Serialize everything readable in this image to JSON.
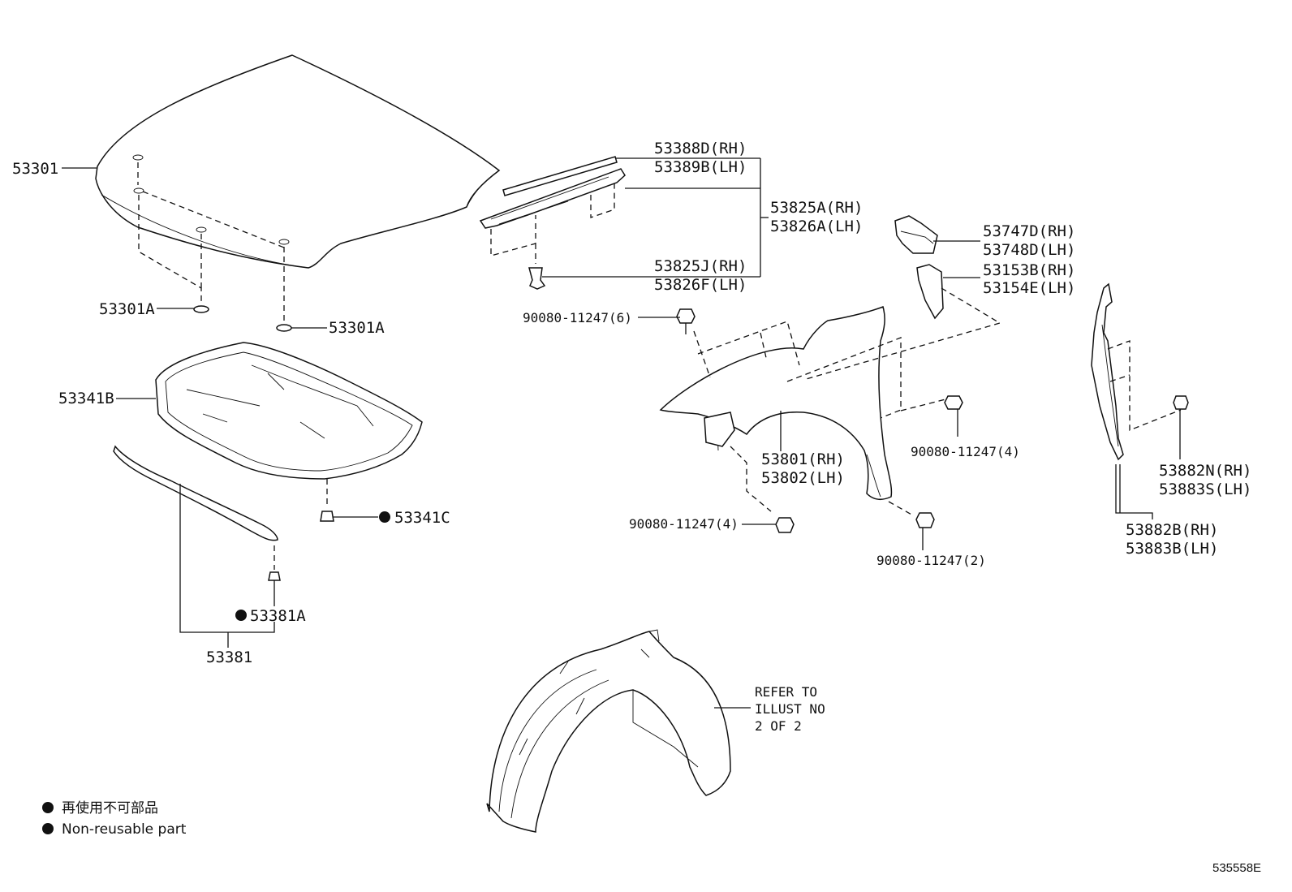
{
  "labels": {
    "hood": "53301",
    "hood_plug_left": "53301A",
    "hood_plug_right": "53301A",
    "insulator": "53341B",
    "insulator_clip": "53341C",
    "seal_clip": "53381A",
    "seal": "53381",
    "cowl_seal_rh": "53388D(RH)",
    "cowl_seal_lh": "53389B(LH)",
    "fender_seal_rh": "53825A(RH)",
    "fender_seal_lh": "53826A(LH)",
    "fender_seal_clip_rh": "53825J(RH)",
    "fender_seal_clip_lh": "53826F(LH)",
    "bolt_6": "90080-11247(6)",
    "fender_bracket_rh": "53747D(RH)",
    "fender_bracket_lh": "53748D(LH)",
    "fender_cover_rh": "53153B(RH)",
    "fender_cover_lh": "53154E(LH)",
    "fender_rh": "53801(RH)",
    "fender_lh": "53802(LH)",
    "bolt_4_right": "90080-11247(4)",
    "bolt_4_left": "90080-11247(4)",
    "bolt_2": "90080-11247(2)",
    "liner_sub_rh": "53882N(RH)",
    "liner_sub_lh": "53883S(LH)",
    "liner_rh": "53882B(RH)",
    "liner_lh": "53883B(LH)"
  },
  "refer_note": [
    "REFER TO",
    "ILLUST NO",
    "2 OF 2"
  ],
  "legend": {
    "japanese": "再使用不可部品",
    "english": "Non-reusable part"
  },
  "illustration_code": "535558E"
}
